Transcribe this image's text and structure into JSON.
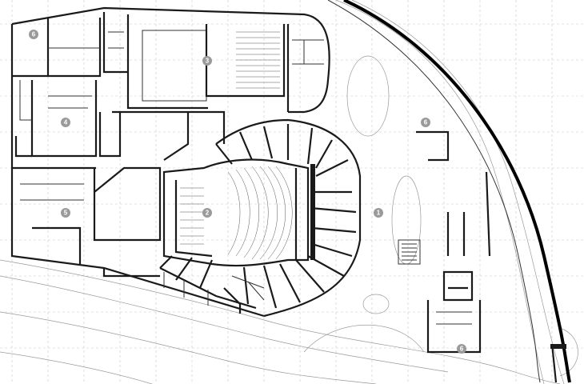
{
  "plan": {
    "room_markers": [
      {
        "id": "marker-6-northwest",
        "label": "6"
      },
      {
        "id": "marker-3",
        "label": "3"
      },
      {
        "id": "marker-4",
        "label": "4"
      },
      {
        "id": "marker-2",
        "label": "2"
      },
      {
        "id": "marker-5",
        "label": "5"
      },
      {
        "id": "marker-1",
        "label": "1"
      },
      {
        "id": "marker-6-east",
        "label": "6"
      },
      {
        "id": "marker-6-southeast",
        "label": "6"
      }
    ]
  },
  "colors": {
    "linework": "#1a1a1a",
    "grid": "#c8c8c8",
    "marker_fill": "#9a9a9a",
    "marker_text": "#ffffff"
  }
}
